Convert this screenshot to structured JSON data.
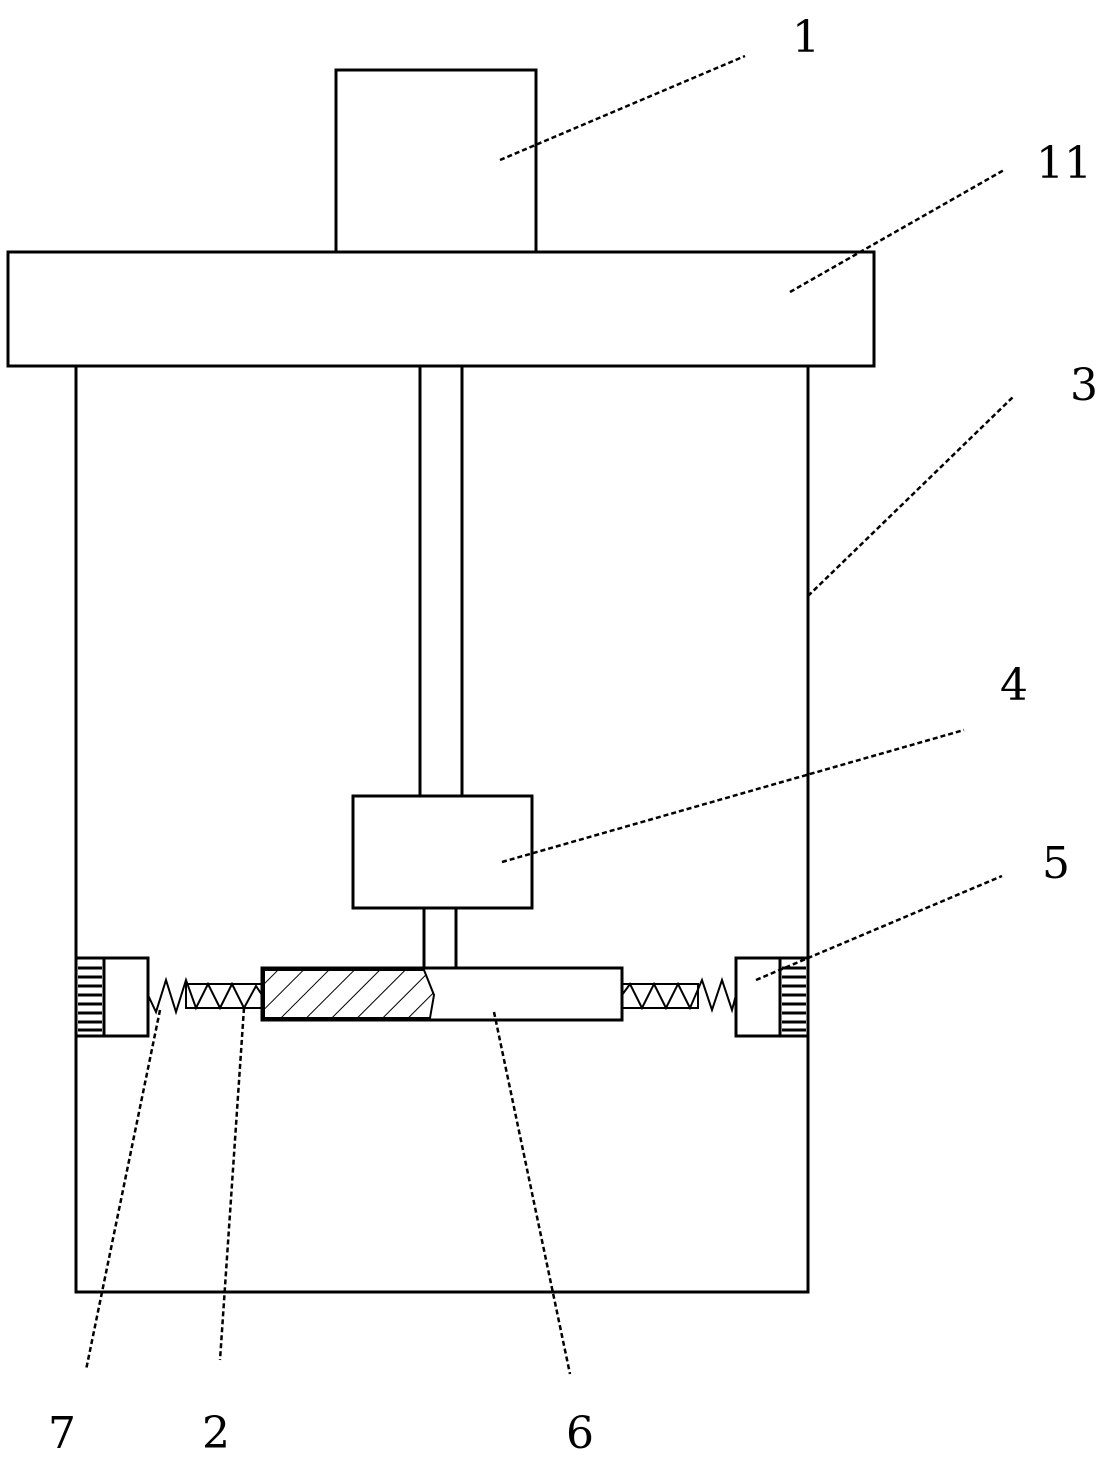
{
  "labels": {
    "l1": "1",
    "l11": "11",
    "l3": "3",
    "l4": "4",
    "l5": "5",
    "l7": "7",
    "l2": "2",
    "l6": "6"
  }
}
